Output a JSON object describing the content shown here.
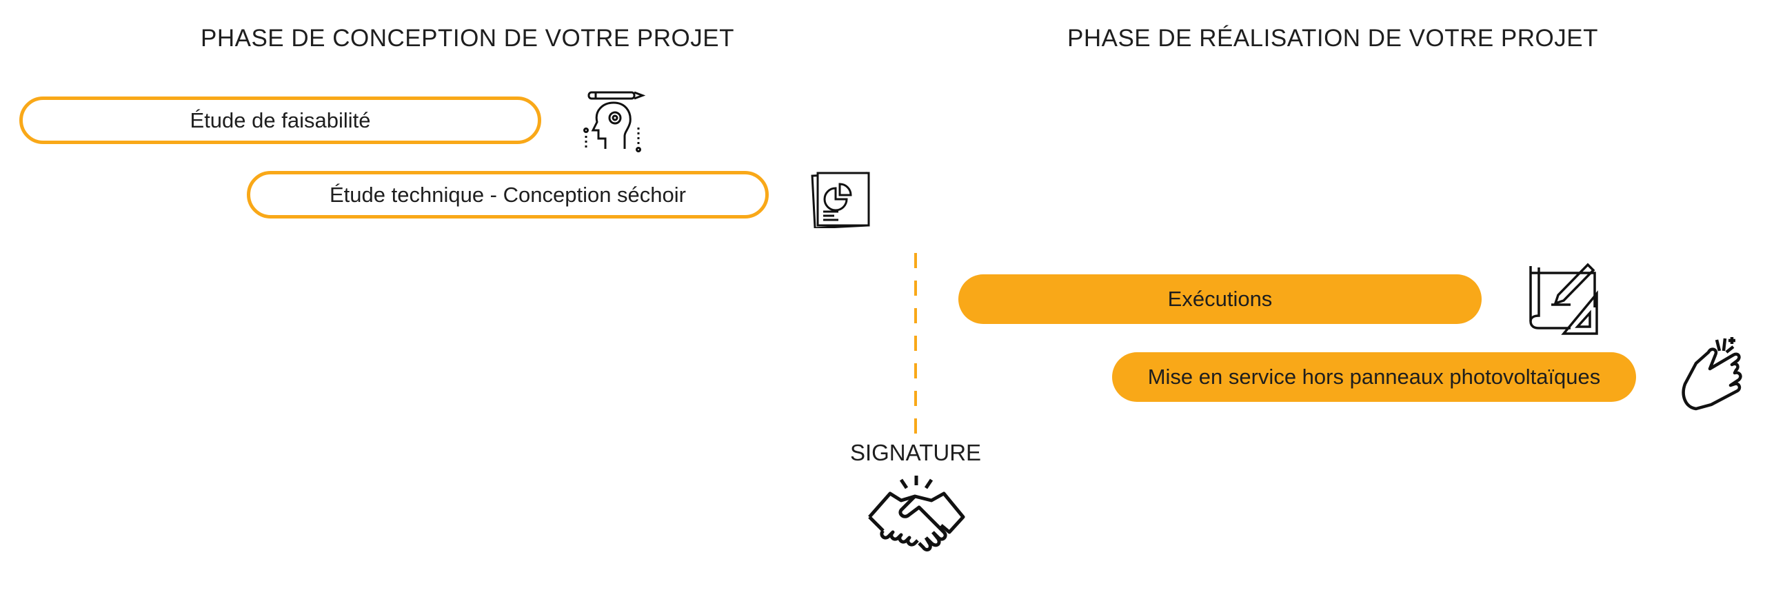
{
  "headers": {
    "conception": "PHASE DE CONCEPTION DE VOTRE PROJET",
    "realisation": "PHASE DE RÉALISATION DE VOTRE PROJET"
  },
  "steps": [
    {
      "label": "Étude de faisabilité",
      "style": "outline",
      "icon": "head-gear-icon"
    },
    {
      "label": "Étude technique - Conception séchoir",
      "style": "outline",
      "icon": "report-chart-icon"
    },
    {
      "label": "Exécutions",
      "style": "filled",
      "icon": "blueprint-pencil-icon"
    },
    {
      "label": "Mise en service hors panneaux photovoltaïques",
      "style": "filled",
      "icon": "finger-snap-icon"
    }
  ],
  "milestone": {
    "label": "SIGNATURE",
    "icon": "handshake-icon"
  },
  "colors": {
    "accent": "#F9A818",
    "text": "#1e1e1e"
  }
}
